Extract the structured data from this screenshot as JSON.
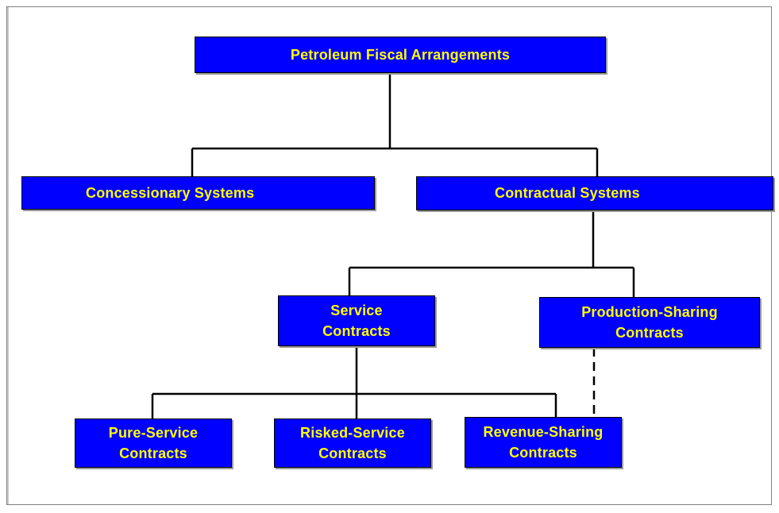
{
  "diagram": {
    "root": "Petroleum  Fiscal  Arrangements",
    "level1": {
      "concessionary": "Concessionary  Systems",
      "contractual": "Contractual  Systems"
    },
    "level2": {
      "service": "Service\nContracts",
      "production_sharing": "Production-Sharing\nContracts"
    },
    "level3": {
      "pure_service": "Pure-Service\nContracts",
      "risked_service": "Risked-Service\nContracts",
      "revenue_sharing": "Revenue-Sharing\nContracts"
    },
    "colors": {
      "box_fill": "#0000ff",
      "box_text": "#ffff00",
      "box_border": "#000000",
      "connector": "#000000"
    }
  }
}
